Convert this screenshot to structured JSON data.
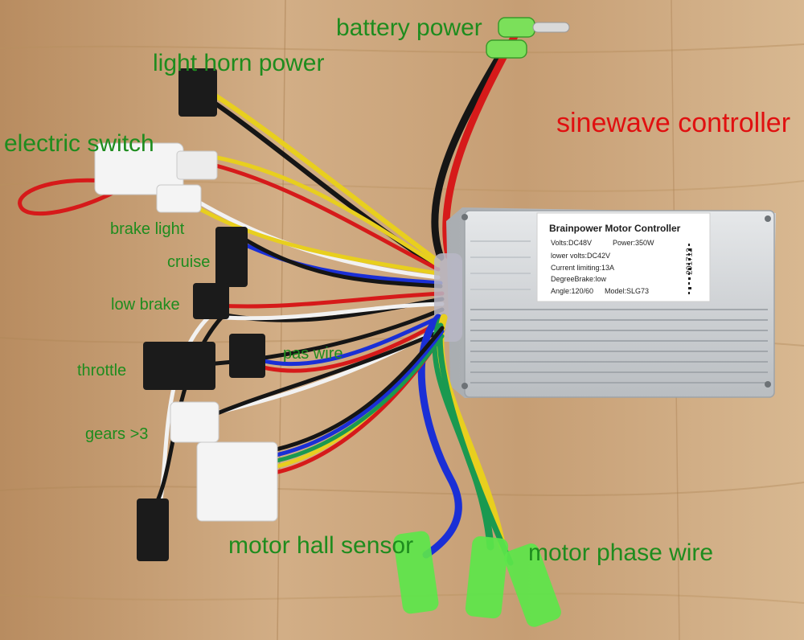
{
  "labels": {
    "battery_power": "battery power",
    "light_horn_power": "light horn power",
    "sinewave_controller": "sinewave  controller",
    "electric_switch": "electric switch",
    "brake_light": "brake light",
    "cruise": "cruise",
    "low_brake": "low brake",
    "pas_wire": "pas wire",
    "throttle": "throttle",
    "gears": "gears >3",
    "motor_hall_sensor": "motor hall sensor",
    "motor_phase_wire": "motor phase wire"
  },
  "sticker": {
    "title": "Brainpower Motor Controller",
    "volts": "Volts:DC48V",
    "power": "Power:350W",
    "lower_volts": "lower volts:DC42V",
    "current_limiting": "Current limiting:13A",
    "degree_brake": "DegreeBrake:low",
    "angle": "Angle:120/60",
    "model": "Model:SLG73",
    "date_code": "201712"
  },
  "colors": {
    "label_green": "#1e8c1e",
    "label_red": "#e01010",
    "wood": "#c9a47c",
    "controller_silver": "#d4d7da"
  }
}
